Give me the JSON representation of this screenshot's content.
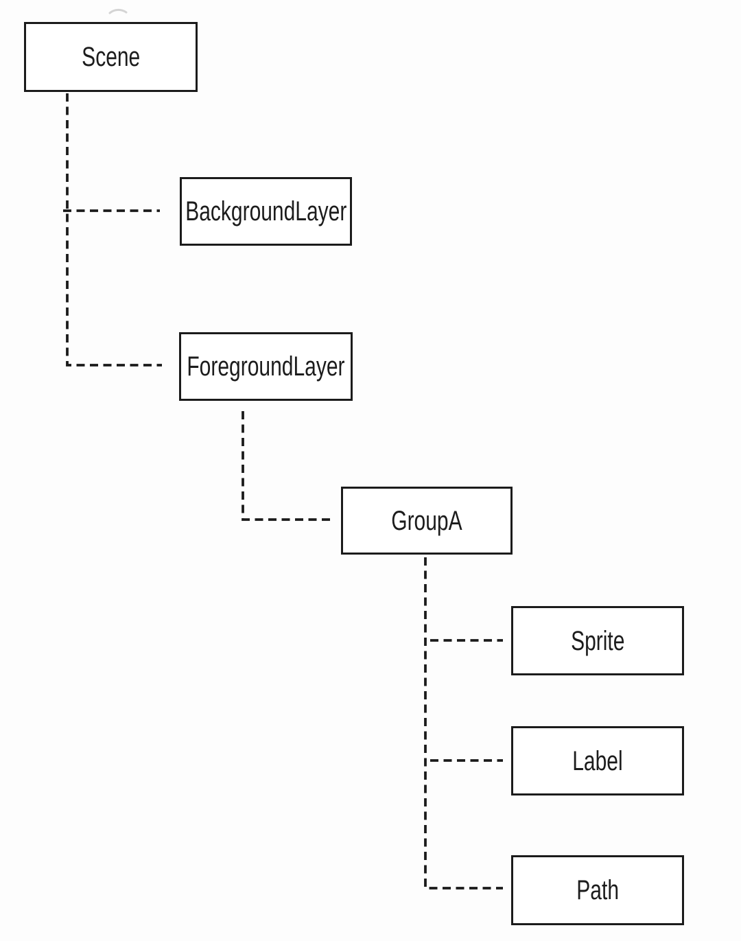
{
  "diagram": {
    "type": "tree",
    "connector_style": "dashed-elbow",
    "colors": {
      "background": "#fdfdfd",
      "node_fill": "#ffffff",
      "node_border": "#1b1b1b",
      "connector": "#1b1b1b",
      "text": "#1c1c1c"
    },
    "nodes": [
      {
        "id": "scene",
        "label": "Scene"
      },
      {
        "id": "backgroundLayer",
        "label": "BackgroundLayer",
        "parent": "scene"
      },
      {
        "id": "foregroundLayer",
        "label": "ForegroundLayer",
        "parent": "scene"
      },
      {
        "id": "groupA",
        "label": "GroupA",
        "parent": "foregroundLayer"
      },
      {
        "id": "sprite",
        "label": "Sprite",
        "parent": "groupA"
      },
      {
        "id": "label",
        "label": "Label",
        "parent": "groupA"
      },
      {
        "id": "path",
        "label": "Path",
        "parent": "groupA"
      }
    ],
    "edges": [
      {
        "from": "Scene",
        "to": "BackgroundLayer"
      },
      {
        "from": "Scene",
        "to": "ForegroundLayer"
      },
      {
        "from": "ForegroundLayer",
        "to": "GroupA"
      },
      {
        "from": "GroupA",
        "to": "Sprite"
      },
      {
        "from": "GroupA",
        "to": "Label"
      },
      {
        "from": "GroupA",
        "to": "Path"
      }
    ]
  }
}
